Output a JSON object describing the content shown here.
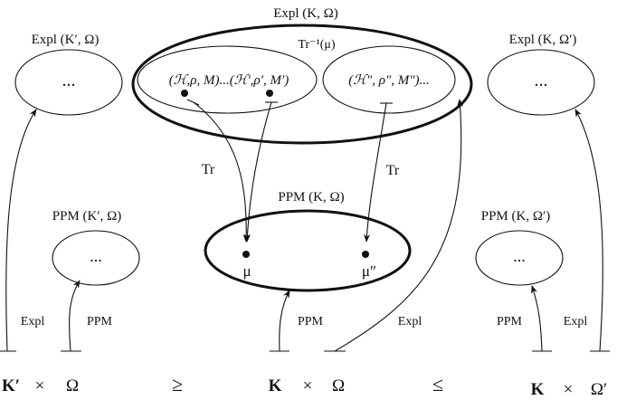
{
  "labels": {
    "expl_k_omega": "Expl (K, Ω)",
    "expl_kprime_omega": "Expl (K′, Ω)",
    "expl_k_omegaprime": "Expl (K, Ω′)",
    "tr_inverse_mu": "Tr⁻¹(μ)",
    "hypothesis_pair": "(ℋ,ρ, M)...(ℋ′,ρ′, M′)",
    "hypothesis_double_prime": "(ℋ″, ρ″, M″)...",
    "ellipsis_left": "...",
    "ellipsis_right": "...",
    "tr_left": "Tr",
    "tr_right": "Tr",
    "ppm_k_omega": "PPM (K, Ω)",
    "ppm_kprime_omega": "PPM (K′, Ω)",
    "ppm_k_omegaprime": "PPM (K, Ω′)",
    "ellipsis_ppm_left": "...",
    "ellipsis_ppm_right": "...",
    "mu": "μ",
    "mu_double_prime": "μ″",
    "arrow_expl_left": "Expl",
    "arrow_ppm_left": "PPM",
    "arrow_ppm_center": "PPM",
    "arrow_expl_center": "Expl",
    "arrow_ppm_right": "PPM",
    "arrow_expl_right": "Expl"
  },
  "bottom_row": {
    "left_k": "K′",
    "left_times": "×",
    "left_omega": "Ω",
    "geq": "≥",
    "mid_k": "K",
    "mid_times": "×",
    "mid_omega": "Ω",
    "leq": "≤",
    "right_k": "K",
    "right_times": "×",
    "right_omega": "Ω′"
  }
}
